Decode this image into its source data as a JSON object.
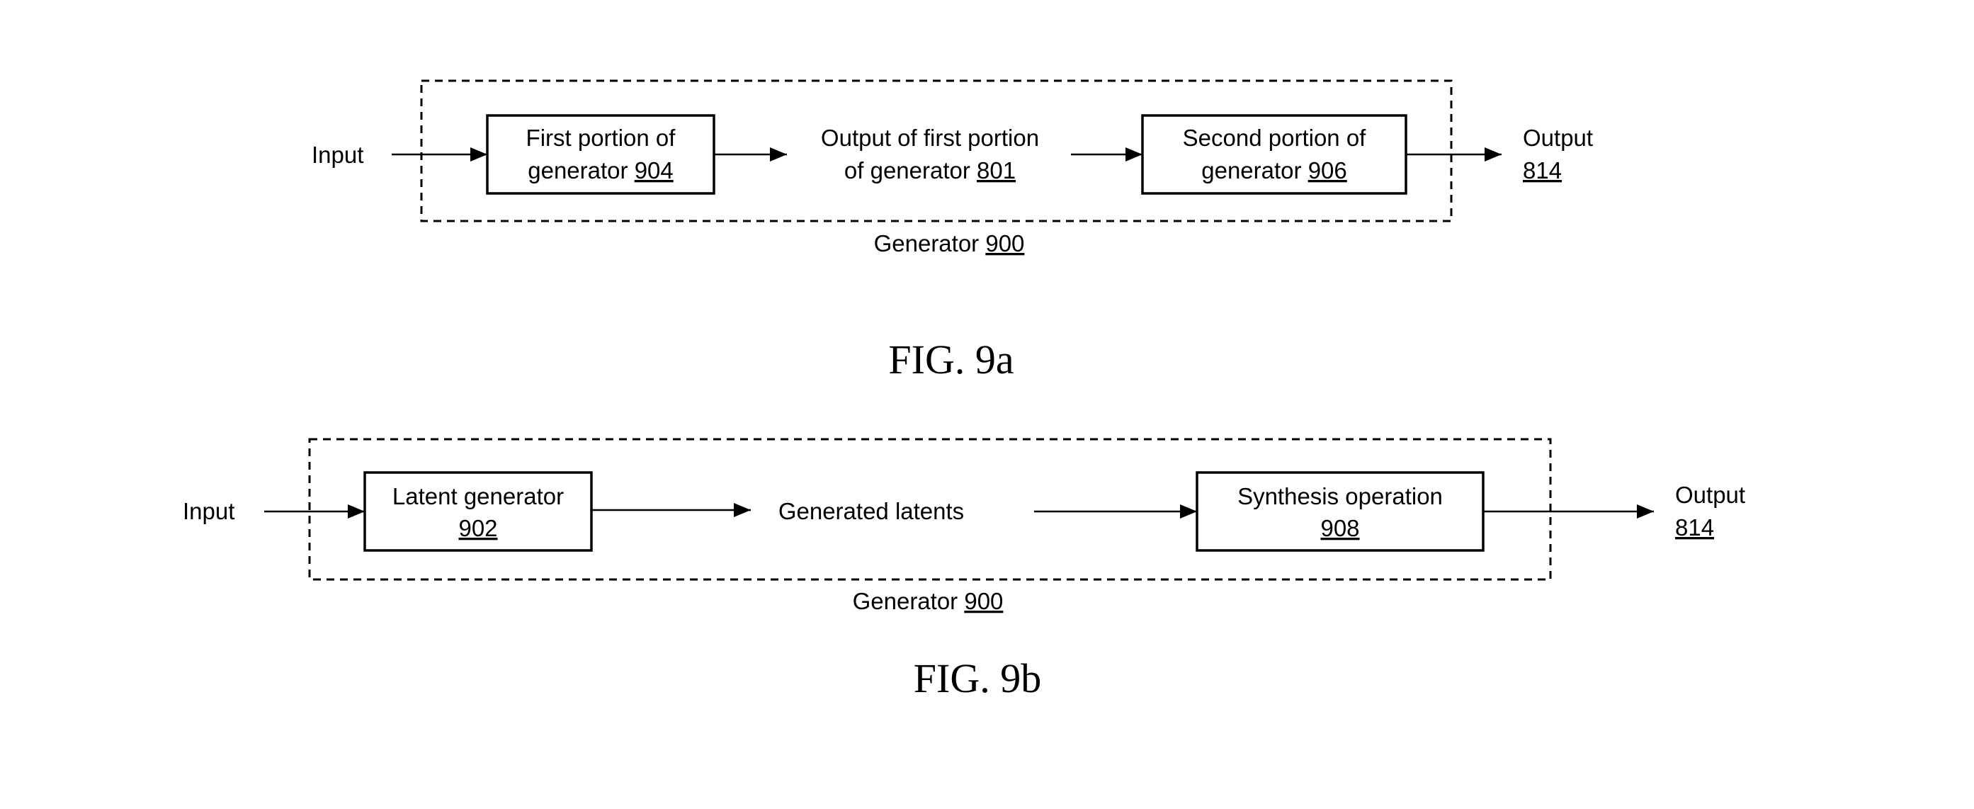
{
  "fig_a": {
    "caption": "FIG. 9a",
    "input": "Input",
    "box1": {
      "line1": "First portion of",
      "line2_text": "generator ",
      "ref": "904"
    },
    "middle": {
      "line1": "Output of first portion",
      "line2_text": "of generator ",
      "ref": "801"
    },
    "box2": {
      "line1": "Second portion of",
      "line2_text": "generator ",
      "ref": "906"
    },
    "output": {
      "line1": "Output",
      "ref": "814"
    },
    "container": {
      "text": "Generator ",
      "ref": "900"
    }
  },
  "fig_b": {
    "caption": "FIG. 9b",
    "input": "Input",
    "box1": {
      "line1": "Latent generator",
      "ref": "902"
    },
    "middle": {
      "line1": "Generated latents"
    },
    "box2": {
      "line1": "Synthesis operation",
      "ref": "908"
    },
    "output": {
      "line1": "Output",
      "ref": "814"
    },
    "container": {
      "text": "Generator ",
      "ref": "900"
    }
  }
}
